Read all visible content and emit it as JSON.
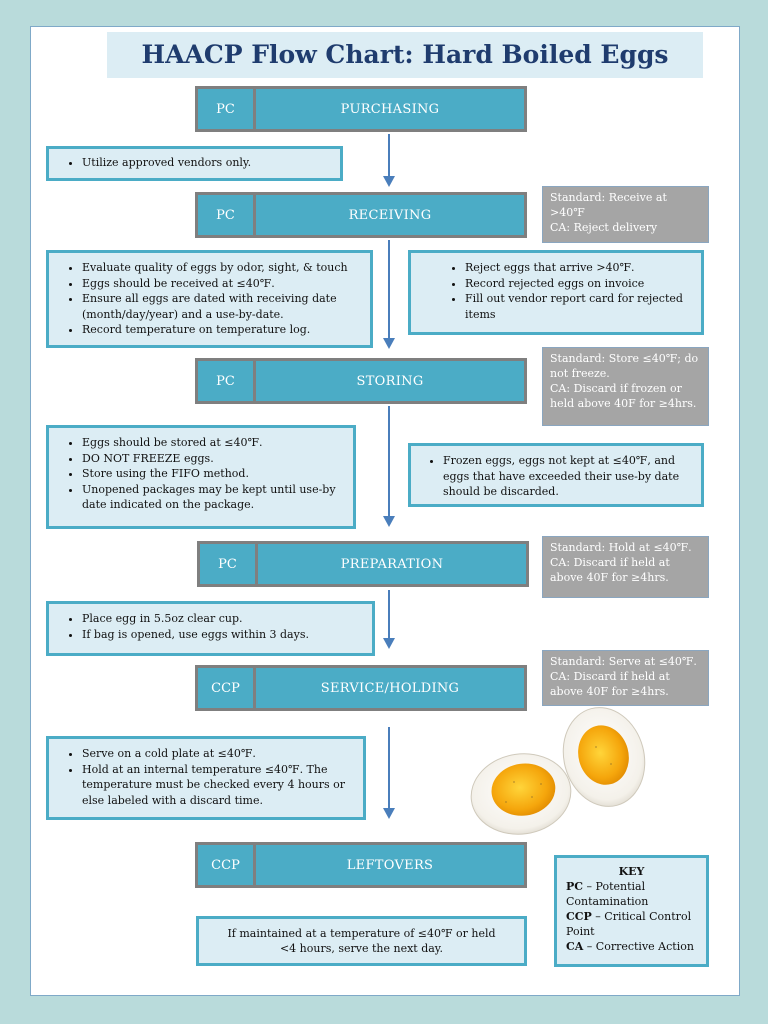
{
  "title": "HAACP Flow Chart: Hard Boiled Eggs",
  "steps": [
    {
      "code": "PC",
      "label": "PURCHASING"
    },
    {
      "code": "PC",
      "label": "RECEIVING"
    },
    {
      "code": "PC",
      "label": "STORING"
    },
    {
      "code": "PC",
      "label": "PREPARATION"
    },
    {
      "code": "CCP",
      "label": "SERVICE/HOLDING"
    },
    {
      "code": "CCP",
      "label": "LEFTOVERS"
    }
  ],
  "notes": {
    "purchasing": [
      "Utilize approved vendors only."
    ],
    "receiving": [
      "Evaluate quality of eggs by odor, sight, & touch",
      "Eggs should be received at ≤40℉.",
      "Ensure all eggs are dated with receiving date (month/day/year) and a use-by-date.",
      "Record temperature on temperature log."
    ],
    "receiving_ca": [
      "Reject eggs that arrive >40℉.",
      "Record rejected eggs on invoice",
      "Fill out vendor report card for rejected items"
    ],
    "storing": [
      "Eggs should be stored at ≤40℉.",
      "DO NOT FREEZE eggs.",
      "Store using the FIFO method.",
      "Unopened packages may be kept until use-by date indicated on the package."
    ],
    "storing_ca": [
      "Frozen eggs, eggs not kept at ≤40℉, and eggs that have exceeded their use-by date should be discarded."
    ],
    "preparation": [
      "Place egg in 5.5oz clear cup.",
      "If bag is opened, use eggs within 3 days."
    ],
    "service": [
      "Serve on a cold plate at ≤40℉.",
      "Hold at an internal temperature ≤40℉. The temperature must be checked every 4 hours or else labeled with a discard time."
    ],
    "leftovers": "If maintained at a temperature of ≤40℉ or held <4 hours, serve the next day."
  },
  "standards": [
    {
      "standard": "Standard: Receive at >40℉",
      "ca": "CA: Reject delivery"
    },
    {
      "standard": "Standard: Store ≤40℉; do not freeze.",
      "ca": "CA: Discard if frozen or held above 40F for ≥4hrs."
    },
    {
      "standard": "Standard: Hold at ≤40℉.",
      "ca": "CA: Discard if held at above 40F for ≥4hrs."
    },
    {
      "standard": "Standard: Serve at ≤40℉.",
      "ca": "CA: Discard if held at above 40F for ≥4hrs."
    }
  ],
  "key": {
    "title": "KEY",
    "entries": [
      {
        "abbr": "PC",
        "text": " – Potential Contamination"
      },
      {
        "abbr": "CCP",
        "text": " – Critical Control Point"
      },
      {
        "abbr": "CA",
        "text": " – Corrective Action"
      }
    ]
  },
  "colors": {
    "step_fill": "#4bacc6",
    "box_fill": "#dcedf4",
    "standard_fill": "#a5a5a5",
    "title_color": "#1f3c6e",
    "arrow": "#4a7ebb"
  },
  "icons": {
    "eggs": "halved-boiled-eggs-image"
  }
}
